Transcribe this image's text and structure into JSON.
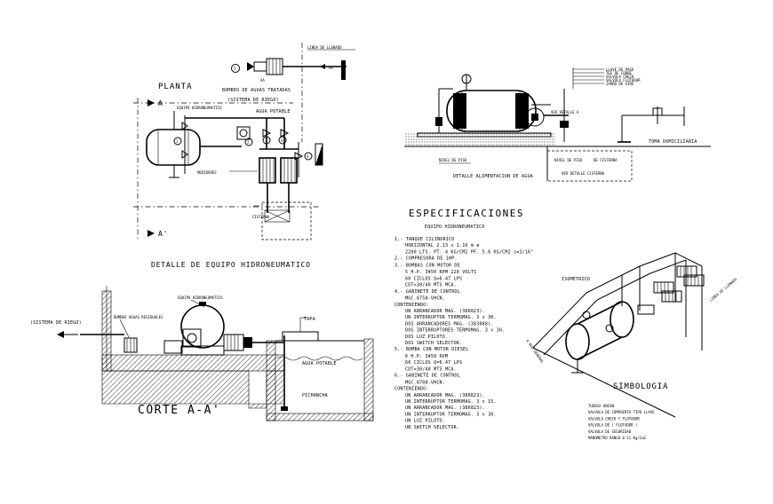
{
  "planta": {
    "title": "PLANTA",
    "section_a_top": "A",
    "section_a_bottom": "A'",
    "linea_llenado": "LINEA DE LLENADO",
    "aa_label": "AA",
    "bombeo_aguas_tratadas": "BOMBEO DE AGUAS TRATADAS",
    "sistema_riego": "(SISTEMA DE RIEGO)",
    "agua_potable": "AGUA POTABLE",
    "equipo_label": "EQUIPO HIDRONEUMATICO",
    "medidores": "MEDIDORES",
    "cisterna": "CISTERNA",
    "caption": "DETALLE DE EQUIPO HIDRONEUMATICO"
  },
  "detalle_alimentacion": {
    "legend": [
      "LLAVE DE PASO",
      "TEE DE COBRE",
      "VALVULA CHECK",
      "VALVULA FLOTADOR",
      "JARRO DE AIRE"
    ],
    "ver_detalle": "VER DETALLE A",
    "detalle_linea": "VER DETALLE CISTERNA",
    "toma_domiciliaria": "TOMA DOMICILIARIA",
    "nivel_piso": "NIVEL DE PISO",
    "cisterna": "DE CISTERNA",
    "caption": "DETALLE ALIMENTACION DE AGUA"
  },
  "corte": {
    "sistema_riego": "(SISTEMA DE RIEGO)",
    "bombeo": "BOMBEO AGUAS RESIDUALES",
    "equipo": "EQUIPO HIDRONEUMATICO",
    "tapa": "TAPA",
    "agua_potable": "AGUA POTABLE",
    "pichancha": "PICHANCHA",
    "caption": "CORTE A-A'"
  },
  "especificaciones": {
    "title": "ESPECIFICACIONES",
    "subtitle": "EQUIPO HIDRONEUMATICO",
    "lines": [
      "1.- TANQUE CILINDRICO",
      "HORIZONTAL 2.13 x 1.16 m ø",
      "2200 LTS. PT. 4 KG/CM2 PF. 5.6 KG/CM2 s=3/16\"",
      "2.- COMPRESORA DE 1HP.",
      "3.- BOMBAS CON MOTOR DE",
      "5 H.P. 3450 RPM 220 VOLTS",
      "60 CICLOS Q=6.47 LPS",
      "CDT=30/40 MTS MCA.",
      "4.- GABINETE DE CONTROL",
      "MGC.8758-VHCN.",
      "CONTENIENDO:",
      "UN ARRANCADOR MAG. (386823).",
      "UN INTERRUPTOR TERMOMAG. 3 x 30.",
      "DOS ARRANCADORES MAG. (383068).",
      "DOS INTERRUPTORES TERMOMAG. 3 x 30.",
      "DOS LUZ PILOTO.",
      "DOS SWITCH SELECTOR.",
      "5.- BOMBA CON MOTOR DIESEL",
      "6 H.P. 3450 RPM",
      "60 CICLOS Q=6.47 LPS",
      "CDT=30/40 MTS MCA.",
      "6.- GABINETE DE CONTROL",
      "MGC.8708-VHCN.",
      "CONTENIENDO:",
      "UN ARRANCADOR MAG. (386823).",
      "UN INTERRUPTOR TERMOMAG. 3 x 15.",
      "UN ARRANCADOR MAG. (386823).",
      "UN INTERRUPTOR TERMOMAG. 3 x 30.",
      "UN LUZ PILOTO.",
      "UN SWITCH SELECTOR."
    ]
  },
  "isometrico": {
    "title": "ISOMETRICO",
    "linea_llenado": "LINEA DE LLENADO",
    "red_general": "A RED GENERAL"
  },
  "simbologia": {
    "title": "SIMBOLOGIA",
    "items": [
      "TUERCA UNION",
      "VALVULA DE COMPUERTA TIPO LLAVE",
      "VALVULA CHECK Y FLOTADOR",
      "VALVULA DE ( FLOTADOR )",
      "VALVULA DE SEGURIDAD",
      "MANOMETRO RANGO 0-11 Kg/Cm2"
    ]
  },
  "colors": {
    "ink": "#000000",
    "paper": "#ffffff"
  }
}
